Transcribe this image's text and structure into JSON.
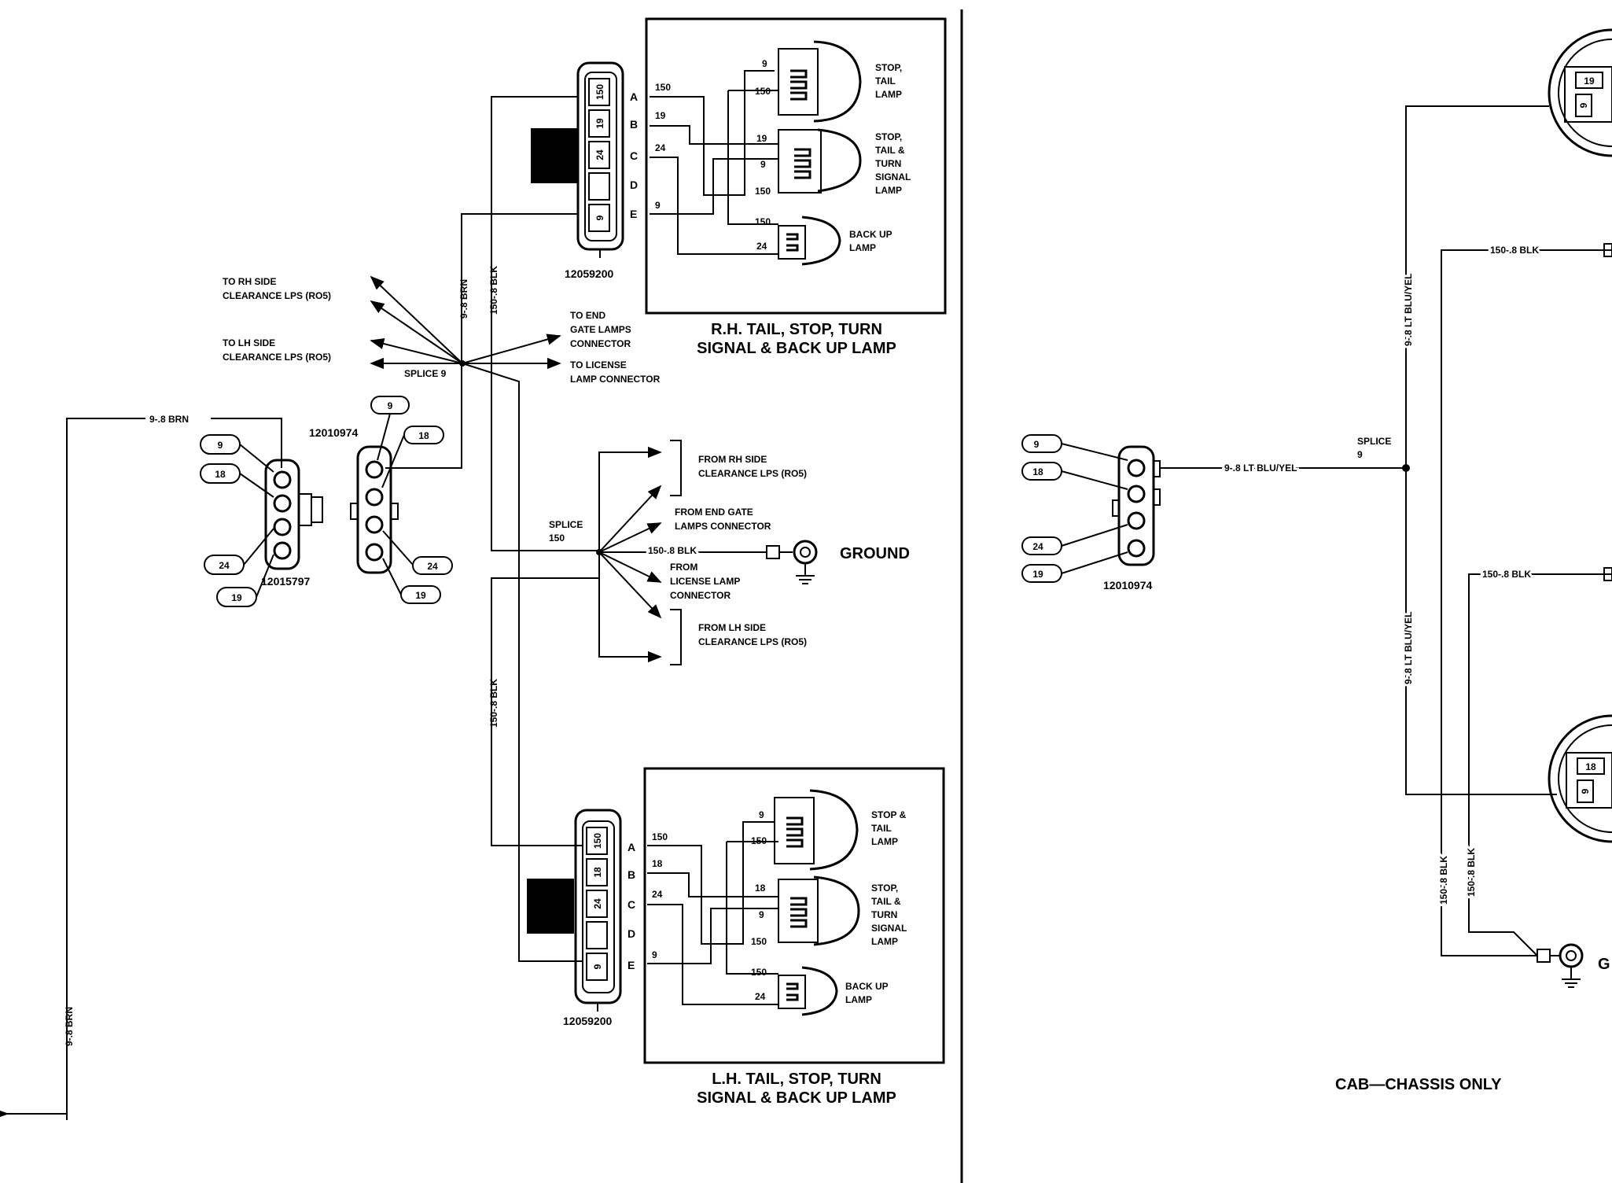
{
  "left_page": {
    "rh_lamp": {
      "part_number": "12059200",
      "pin_letters": [
        "A",
        "B",
        "C",
        "D",
        "E"
      ],
      "cavity_wires": [
        "150",
        "19",
        "24",
        "",
        "9"
      ],
      "wire_numbers": [
        "150",
        "19",
        "24",
        "9"
      ],
      "lamps": [
        {
          "name": "STOP, TAIL LAMP",
          "lines": [
            "STOP,",
            "TAIL",
            "LAMP"
          ],
          "wires": [
            "9",
            "150"
          ]
        },
        {
          "name": "STOP, TAIL & TURN SIGNAL LAMP",
          "lines": [
            "STOP,",
            "TAIL &",
            "TURN",
            "SIGNAL",
            "LAMP"
          ],
          "wires": [
            "19",
            "9",
            "150"
          ]
        },
        {
          "name": "BACK UP LAMP",
          "lines": [
            "BACK UP",
            "LAMP"
          ],
          "wires": [
            "150",
            "24"
          ]
        }
      ],
      "caption_lines": [
        "R.H. TAIL, STOP, TURN",
        "SIGNAL & BACK UP LAMP"
      ]
    },
    "lh_lamp": {
      "part_number": "12059200",
      "pin_letters": [
        "A",
        "B",
        "C",
        "D",
        "E"
      ],
      "cavity_wires": [
        "150",
        "18",
        "24",
        "",
        "9"
      ],
      "wire_numbers": [
        "150",
        "18",
        "24",
        "9"
      ],
      "lamps": [
        {
          "name": "STOP & TAIL LAMP",
          "lines": [
            "STOP &",
            "TAIL",
            "LAMP"
          ],
          "wires": [
            "9",
            "150"
          ]
        },
        {
          "name": "STOP, TAIL & TURN SIGNAL LAMP",
          "lines": [
            "STOP,",
            "TAIL &",
            "TURN",
            "SIGNAL",
            "LAMP"
          ],
          "wires": [
            "18",
            "9",
            "150"
          ]
        },
        {
          "name": "BACK UP LAMP",
          "lines": [
            "BACK UP",
            "LAMP"
          ],
          "wires": [
            "150",
            "24"
          ]
        }
      ],
      "caption_lines": [
        "L.H. TAIL, STOP, TURN",
        "SIGNAL & BACK UP LAMP"
      ]
    },
    "splice_9": {
      "label": "SPLICE 9",
      "wire_brn": "9-.8 BRN",
      "wire_blk": "150-.8 BLK",
      "to_rh_lines": [
        "TO RH SIDE",
        "CLEARANCE LPS (RO5)"
      ],
      "to_lh_lines": [
        "TO LH SIDE",
        "CLEARANCE LPS (RO5)"
      ],
      "to_end_gate_lines": [
        "TO END",
        "GATE LAMPS",
        "CONNECTOR"
      ],
      "to_license_lines": [
        "TO LICENSE",
        "LAMP CONNECTOR"
      ]
    },
    "splice_150": {
      "label_lines": [
        "SPLICE",
        "150"
      ],
      "ground_wire": "150-.8 BLK",
      "ground_label": "GROUND",
      "from_rh_lines": [
        "FROM RH SIDE",
        "CLEARANCE LPS (RO5)"
      ],
      "from_end_gate_lines": [
        "FROM END GATE",
        "LAMPS CONNECTOR"
      ],
      "from_license_lines": [
        "FROM",
        "LICENSE LAMP",
        "CONNECTOR"
      ],
      "from_lh_lines": [
        "FROM LH SIDE",
        "CLEARANCE LPS (RO5)"
      ],
      "lower_blk_wire": "150-.8 BLK"
    },
    "connector_12015797": {
      "part_number": "12015797",
      "pins": [
        "9",
        "18",
        "24",
        "19"
      ],
      "feed_wire": "9-.8 BRN",
      "down_wire": "9-.8 BRN"
    },
    "connector_12010974": {
      "part_number": "12010974",
      "pins": [
        "9",
        "18",
        "24",
        "19"
      ]
    }
  },
  "right_page": {
    "connector": {
      "part_number": "12010974",
      "pins": [
        "9",
        "18",
        "24",
        "19"
      ]
    },
    "splice_lines": [
      "SPLICE",
      "9"
    ],
    "main_wire": "9-.8 LT BLU/YEL",
    "vertical_upper": "9-.8 LT BLU/YEL",
    "vertical_lower": "9-.8 LT BLU/YEL",
    "blk_upper": "150-.8 BLK",
    "blk_lower": "150-.8 BLK",
    "blk_vertical_1": "150-.8 BLK",
    "blk_vertical_2": "150-.8 BLK",
    "lamp_upper_pins": [
      "19",
      "9"
    ],
    "lamp_lower_pins": [
      "18",
      "9"
    ],
    "footer": "CAB—CHASSIS ONLY",
    "ground_letter": "G"
  }
}
